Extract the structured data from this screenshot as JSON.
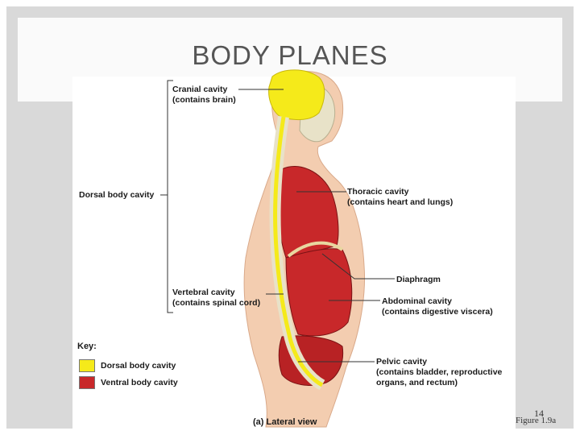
{
  "slide": {
    "title": "BODY PLANES",
    "page_number": "14",
    "figure_ref": "Figure 1.9a"
  },
  "diagram": {
    "caption": "(a) Lateral view",
    "labels": {
      "cranial_1": "Cranial cavity",
      "cranial_2": "(contains brain)",
      "dorsal": "Dorsal body cavity",
      "thoracic_1": "Thoracic cavity",
      "thoracic_2": "(contains heart and lungs)",
      "diaphragm": "Diaphragm",
      "vertebral_1": "Vertebral cavity",
      "vertebral_2": "(contains spinal cord)",
      "abdominal_1": "Abdominal cavity",
      "abdominal_2": "(contains digestive viscera)",
      "pelvic_1": "Pelvic cavity",
      "pelvic_2": "(contains bladder, reproductive",
      "pelvic_3": "organs, and rectum)"
    },
    "key": {
      "title": "Key:",
      "items": [
        {
          "label": "Dorsal body cavity",
          "color": "#f5ea1a"
        },
        {
          "label": "Ventral body cavity",
          "color": "#c8282a"
        }
      ]
    },
    "colors": {
      "skin": "#f3cdb0",
      "bone": "#e8e2c8",
      "dorsal": "#f5ea1a",
      "ventral": "#c8282a"
    }
  }
}
